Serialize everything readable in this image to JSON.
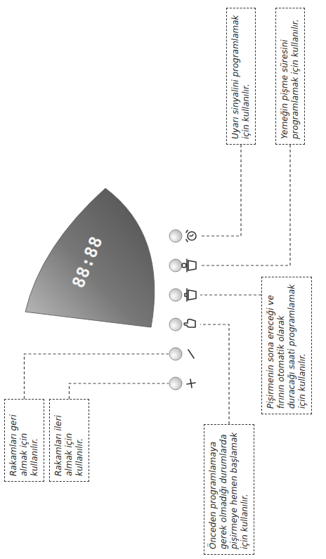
{
  "diagram": {
    "nodes": [
      {
        "text": [
          "Rakamları geri almak için kullanılır."
        ]
      },
      {
        "text": [
          "Rakamları ileri almak için kullanılır."
        ]
      },
      {
        "text": [
          "Önceden programlamaya gerek olmadığı durumlarda pişirmeye hemen başlamak için kullanılır."
        ]
      },
      {
        "text": [
          "Pişirmenin sona ereceği ve fırının otomatik olarak duracağı saati programlamak için kullanılır."
        ]
      },
      {
        "text": [
          "Yemeğin pişme süresini programlamak için kullanılır."
        ]
      },
      {
        "text": [
          "Uyarı sinyalini programlamak için kullanılır."
        ]
      }
    ],
    "labels": [
      "88:88"
    ]
  }
}
